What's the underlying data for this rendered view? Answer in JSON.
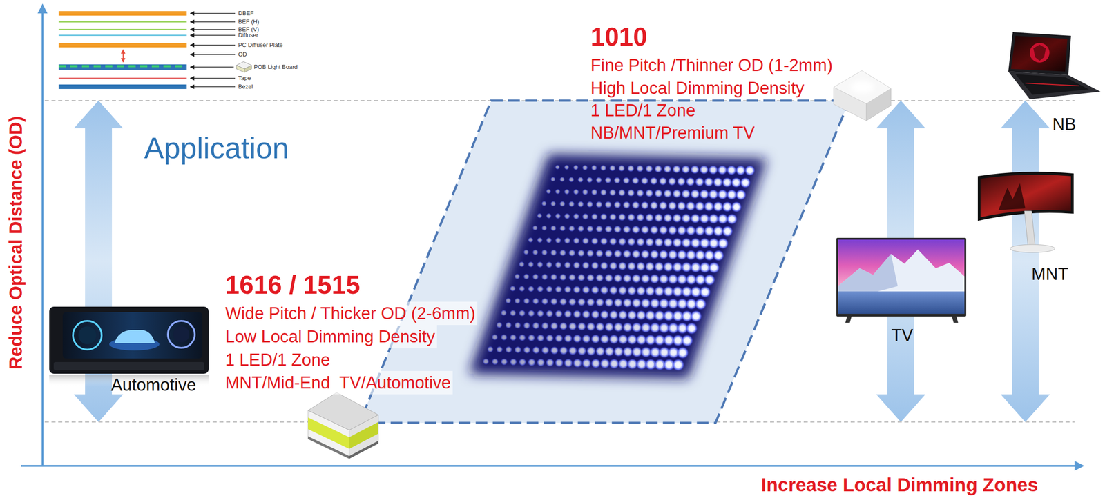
{
  "diagram": {
    "nodes": [
      {
        "text": [
          "NB"
        ]
      },
      {
        "text": [
          "MNT"
        ]
      },
      {
        "text": [
          "TV"
        ]
      },
      {
        "text": [
          "Automotive"
        ]
      }
    ],
    "labels": [
      "DBEF",
      "BEF (H)",
      "BEF (V)",
      "Diffuser",
      "PC Diffuser Plate",
      "OD",
      "POB Light Board",
      "Tape",
      "Bezel",
      "Reduce Optical Distance (OD)",
      "Application",
      "1010",
      "Fine Pitch /Thinner OD (1-2mm)",
      "High Local Dimming Density",
      "1 LED/1 Zone",
      "NB/MNT/Premium TV",
      "1616 / 1515",
      "Wide Pitch / Thicker OD (2-6mm)",
      "Low Local Dimming Density",
      "1 LED/1 Zone",
      "MNT/Mid-End  TV/Automotive",
      "Increase Local Dimming Zones"
    ]
  }
}
